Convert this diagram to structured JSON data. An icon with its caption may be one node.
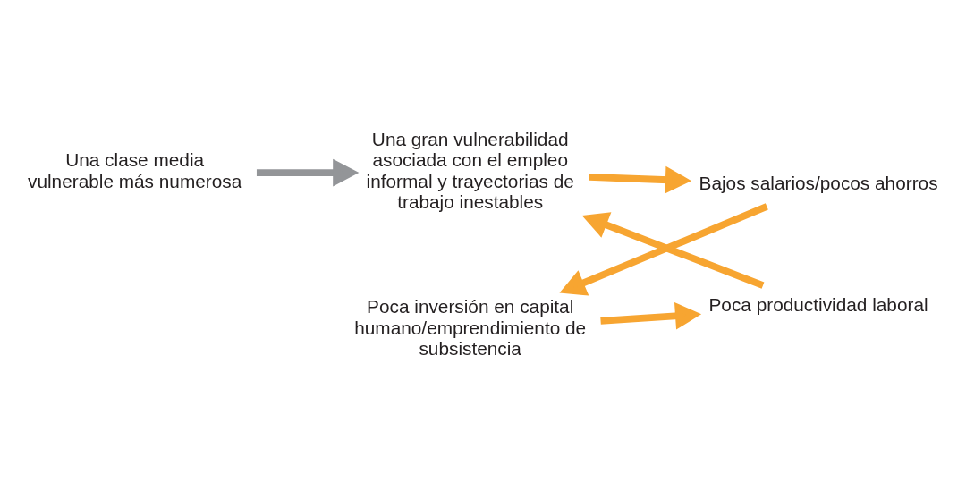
{
  "diagram": {
    "nodes": [
      {
        "text": [
          "Una clase media vulnerable más numerosa"
        ]
      },
      {
        "text": [
          "Una gran vulnerabilidad asociada con el empleo informal y trayectorias de trabajo inestables"
        ]
      },
      {
        "text": [
          "Bajos salarios/pocos ahorros"
        ]
      },
      {
        "text": [
          "Poca inversión en capital humano/emprendimiento de subsistencia"
        ]
      },
      {
        "text": [
          "Poca productividad laboral"
        ]
      }
    ],
    "edges": [
      {
        "from": 0,
        "to": 1,
        "arrow": "to",
        "color": "#939598"
      },
      {
        "from": 1,
        "to": 2,
        "arrow": "to"
      },
      {
        "from": 2,
        "to": 3,
        "arrow": "to"
      },
      {
        "from": 3,
        "to": 4,
        "arrow": "to"
      },
      {
        "from": 4,
        "to": 1,
        "arrow": "to"
      }
    ]
  }
}
